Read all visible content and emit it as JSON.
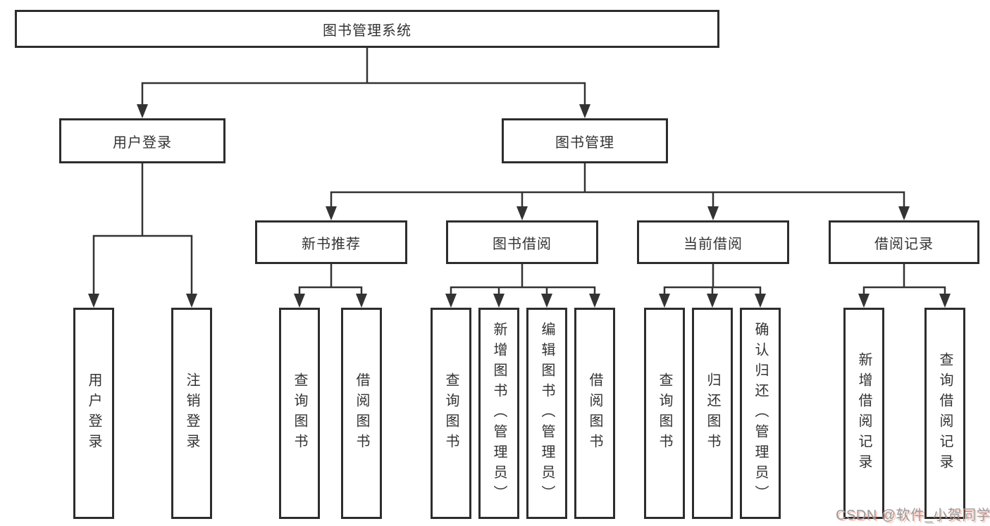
{
  "diagram": {
    "root": {
      "label": "图书管理系统"
    },
    "branches": [
      {
        "label": "用户登录",
        "children": [
          {
            "label": "用户登录"
          },
          {
            "label": "注销登录"
          }
        ]
      },
      {
        "label": "图书管理",
        "children": [
          {
            "label": "新书推荐",
            "children": [
              {
                "label": "查询图书"
              },
              {
                "label": "借阅图书"
              }
            ]
          },
          {
            "label": "图书借阅",
            "children": [
              {
                "label": "查询图书"
              },
              {
                "label": "新增图书（管理员）"
              },
              {
                "label": "编辑图书（管理员）"
              },
              {
                "label": "借阅图书"
              }
            ]
          },
          {
            "label": "当前借阅",
            "children": [
              {
                "label": "查询图书"
              },
              {
                "label": "归还图书"
              },
              {
                "label": "确认归还（管理员）"
              }
            ]
          },
          {
            "label": "借阅记录",
            "children": [
              {
                "label": "新增借阅记录"
              },
              {
                "label": "查询借阅记录"
              }
            ]
          }
        ]
      }
    ]
  },
  "watermark": {
    "text": "CSDN @软件_小贺同学"
  },
  "colors": {
    "line": "#333333",
    "box_border": "#2d2d2d",
    "text": "#333333",
    "background": "#ffffff",
    "watermark_text": "#9b9b9b",
    "watermark_shadow": "#fc5531"
  }
}
